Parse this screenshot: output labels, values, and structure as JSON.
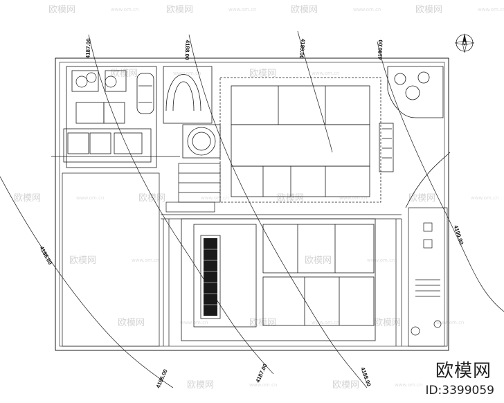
{
  "contours": [
    {
      "label": "4187.00",
      "angle": -88
    },
    {
      "label": "4188.00",
      "angle": 92
    },
    {
      "label": "4189.00",
      "angle": 95
    },
    {
      "label": "4190.00",
      "angle": -88
    },
    {
      "label": "4190.00",
      "angle": 72
    },
    {
      "label": "4186.00",
      "angle": 62
    },
    {
      "label": "4186.00",
      "angle": -66
    },
    {
      "label": "4187.00",
      "angle": -66
    },
    {
      "label": "4188.00",
      "angle": 70
    }
  ],
  "watermark": {
    "brand": "欧模网",
    "site": "www.om.cn"
  },
  "brand_mark": {
    "name": "欧模网",
    "id": "ID:3399059"
  },
  "icons": {
    "north_arrow": "north-arrow-icon"
  },
  "colors": {
    "line": "#1a1a1a",
    "watermark": "#d4d4d4"
  }
}
